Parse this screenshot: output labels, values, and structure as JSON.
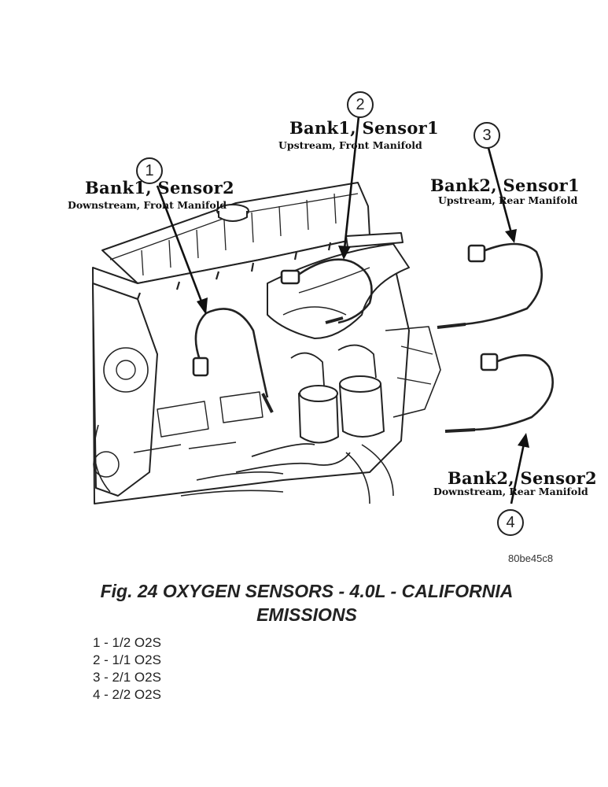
{
  "callouts": [
    {
      "number": "1",
      "title": "Bank1, Sensor2",
      "subtitle": "Downstream, Front Manifold"
    },
    {
      "number": "2",
      "title": "Bank1, Sensor1",
      "subtitle": "Upstream, Front Manifold"
    },
    {
      "number": "3",
      "title": "Bank2, Sensor1",
      "subtitle": "Upstream, Rear Manifold"
    },
    {
      "number": "4",
      "title": "Bank2, Sensor2",
      "subtitle": "Downstream, Rear Manifold"
    }
  ],
  "figure": {
    "code": "80be45c8",
    "caption_line1": "Fig. 24 OXYGEN SENSORS - 4.0L - CALIFORNIA",
    "caption_line2": "EMISSIONS"
  },
  "legend": [
    "1 - 1/2 O2S",
    "2 - 1/1 O2S",
    "3 - 2/1 O2S",
    "4 - 2/2 O2S"
  ]
}
